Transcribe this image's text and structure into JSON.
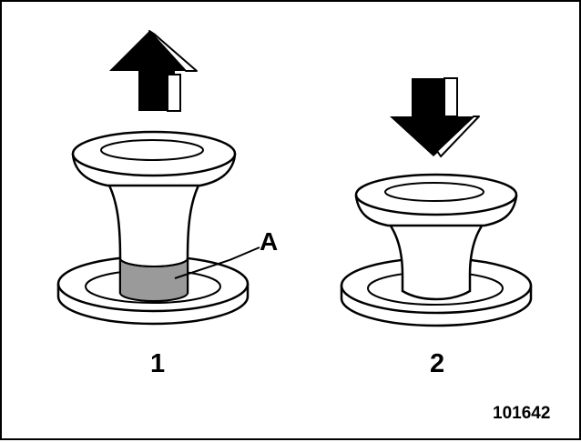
{
  "figure": {
    "callout_label": "A",
    "states": [
      {
        "number": "1",
        "arrow": "up-arrow-icon",
        "state": "pulled-up"
      },
      {
        "number": "2",
        "arrow": "down-arrow-icon",
        "state": "pushed-down"
      }
    ],
    "figure_id": "101642",
    "colors": {
      "line": "#000000",
      "indicator_band": "#9a9a9a",
      "background": "#ffffff"
    }
  }
}
